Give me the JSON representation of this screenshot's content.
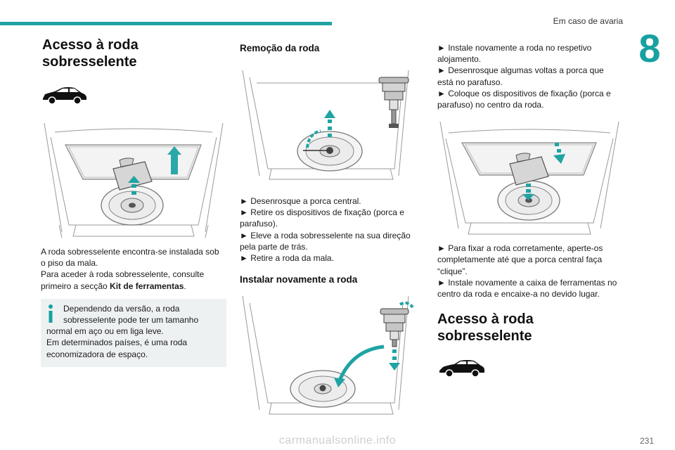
{
  "header": {
    "section_title": "Em caso de avaria",
    "chapter_number": "8"
  },
  "col1": {
    "title_line1": "Acesso à roda",
    "title_line2": "sobresselente",
    "para1_line1": "A roda sobresselente encontra-se instalada sob",
    "para1_line2": "o piso da mala.",
    "para2_line1": "Para aceder à roda sobresselente, consulte",
    "para2_line2_pre": "primeiro a secção ",
    "para2_line2_bold": "Kit de ferramentas",
    "para2_line2_post": ".",
    "info_line1": "Dependendo da versão, a roda",
    "info_line2": "sobresselente pode ter um tamanho",
    "info_line3": "normal em aço ou em liga leve.",
    "info_line4": "Em determinados países, é uma roda",
    "info_line5": "economizadora de espaço."
  },
  "col2": {
    "title_removal": "Remoção da roda",
    "steps1": [
      "► Desenrosque a porca central.",
      "► Retire os dispositivos de fixação (porca e",
      "parafuso).",
      "► Eleve a roda sobresselente na sua direção",
      "pela parte de trás.",
      "► Retire a roda da mala."
    ],
    "title_install": "Instalar novamente a roda"
  },
  "col3": {
    "steps1": [
      "► Instale novamente a roda no respetivo",
      "alojamento.",
      "► Desenrosque algumas voltas a porca que",
      "está no parafuso.",
      "► Coloque os dispositivos de fixação (porca e",
      "parafuso) no centro da roda."
    ],
    "steps2": [
      "► Para fixar a roda corretamente, aperte-os",
      "completamente até que a porca central faça",
      "“clique”.",
      "► Instale novamente a caixa de ferramentas no",
      "centro da roda e encaixe-a no devido lugar."
    ],
    "title_line1": "Acesso à roda",
    "title_line2": "sobresselente"
  },
  "footer": {
    "page_number": "231",
    "watermark": "carmanualsonline.info"
  },
  "colors": {
    "accent": "#1fa3a3",
    "info_box": "#eef1f2",
    "info_icon": "#19a0a0"
  },
  "icons": [
    "car-silhouette-icon",
    "info-icon",
    "arrow-up-icon",
    "arrow-down-icon",
    "curved-arrow-icon"
  ]
}
